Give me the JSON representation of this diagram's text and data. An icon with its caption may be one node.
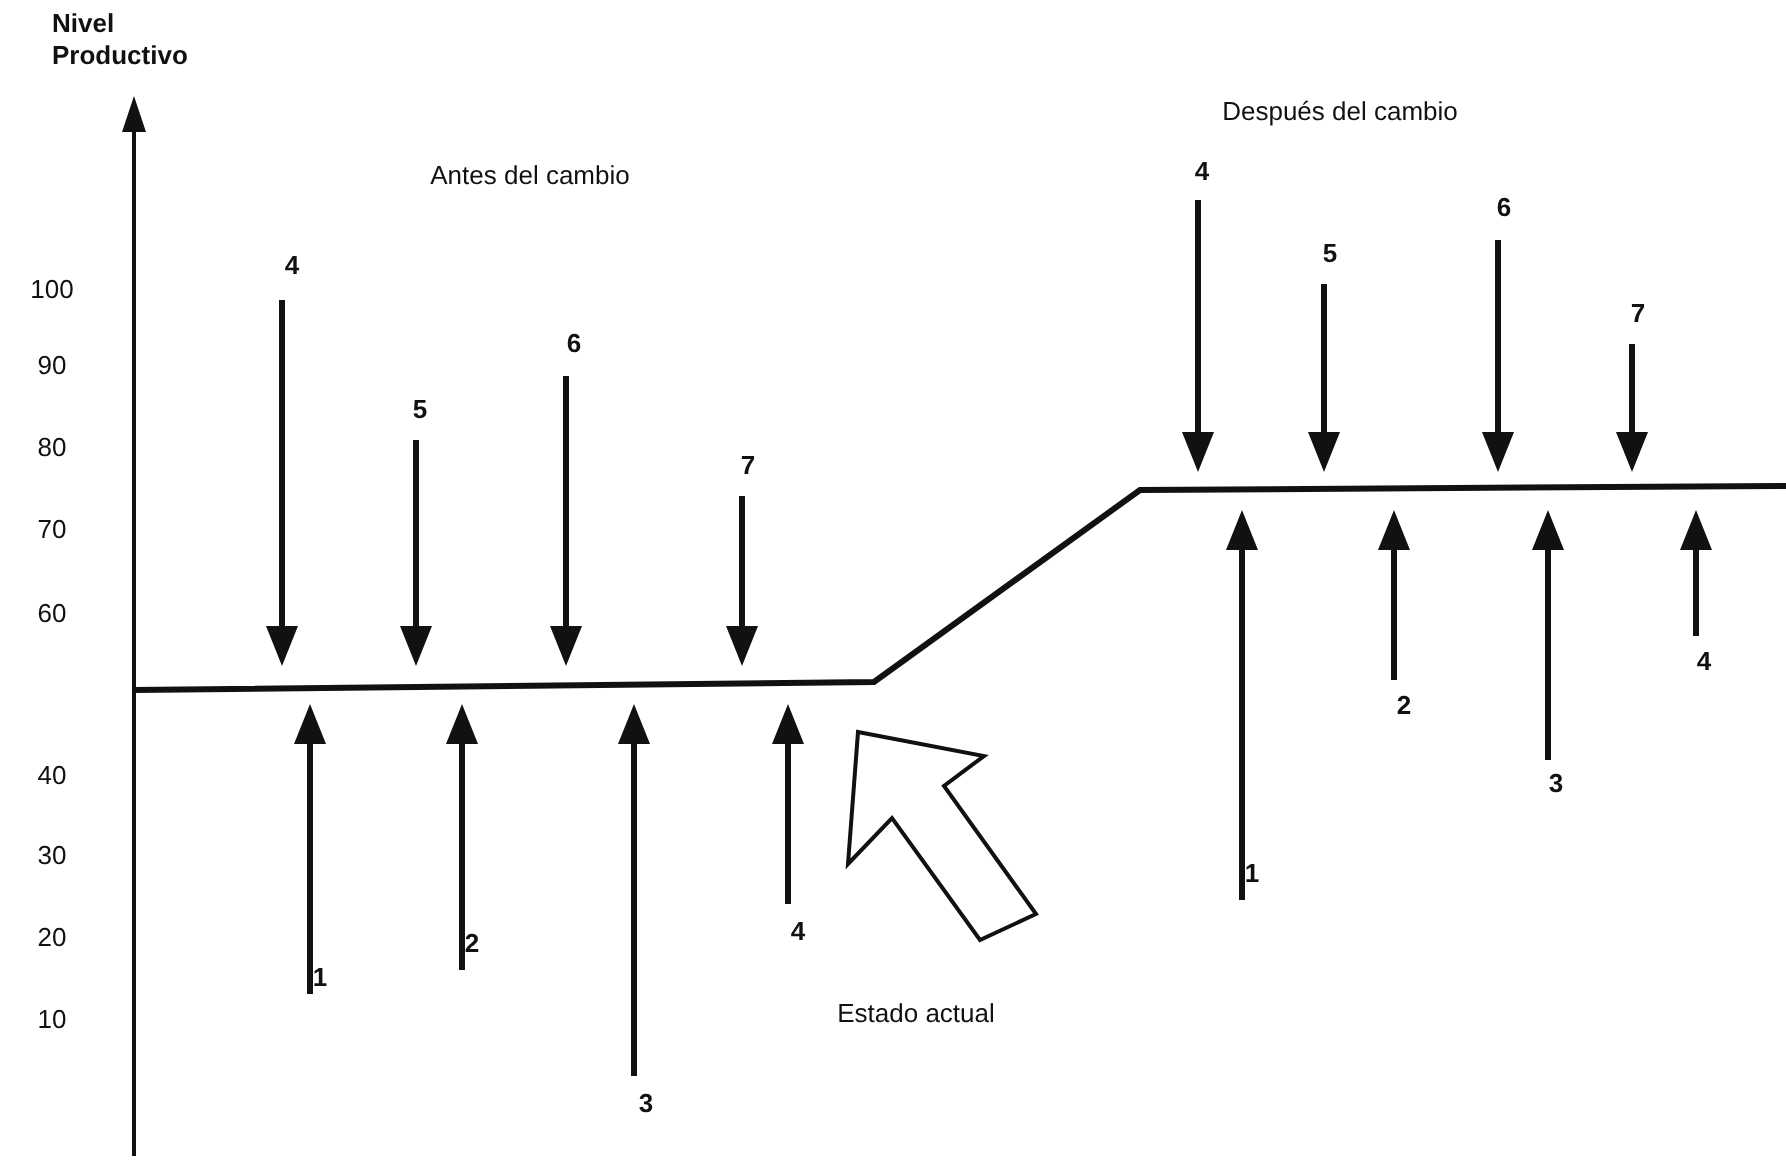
{
  "diagram": {
    "labels": [
      "Nivel Productivo",
      "Antes del cambio",
      "Después del cambio",
      "100",
      "90",
      "80",
      "70",
      "60",
      "40",
      "30",
      "20",
      "10",
      "4",
      "5",
      "6",
      "7",
      "1",
      "2",
      "3",
      "4",
      "4",
      "5",
      "6",
      "7",
      "1",
      "2",
      "3",
      "4",
      "Estado actual"
    ]
  }
}
